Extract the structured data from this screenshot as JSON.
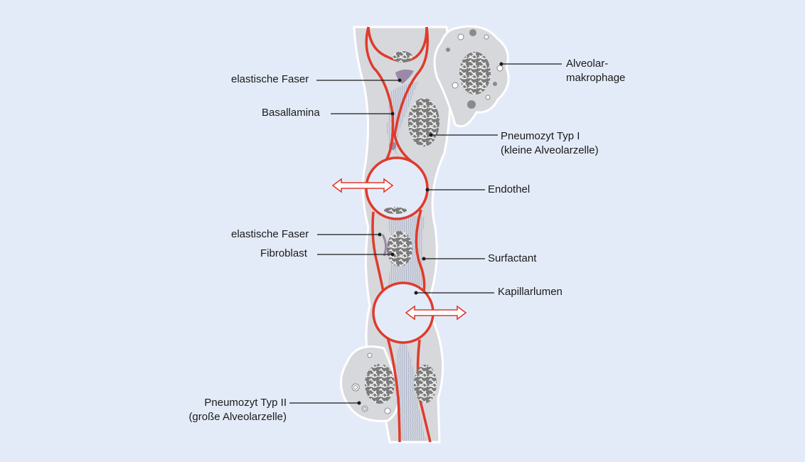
{
  "labels": {
    "elastic_fiber_top": "elastische Faser",
    "basal_lamina": "Basallamina",
    "elastic_fiber_mid": "elastische Faser",
    "fibroblast": "Fibroblast",
    "pneumocyte_2_line1": "Pneumozyt Typ II",
    "pneumocyte_2_line2": "(große Alveolarzelle)",
    "macrophage_line1": "Alveolar-",
    "macrophage_line2": "makrophage",
    "pneumocyte_1_line1": "Pneumozyt Typ I",
    "pneumocyte_1_line2": "(kleine Alveolarzelle)",
    "endothelium": "Endothel",
    "surfactant": "Surfactant",
    "capillary_lumen": "Kapillarlumen"
  },
  "colors": {
    "background": "#e4ebf8",
    "tissue": "#d6d8db",
    "tissue_outline": "#ffffff",
    "capillary_wall": "#e03a2c",
    "nucleus": "#7c7c7c",
    "interstitium_fibers": "#9aa6c4",
    "elastic_fiber": "#9a8aa6",
    "leader_line": "#1a1a1a"
  }
}
